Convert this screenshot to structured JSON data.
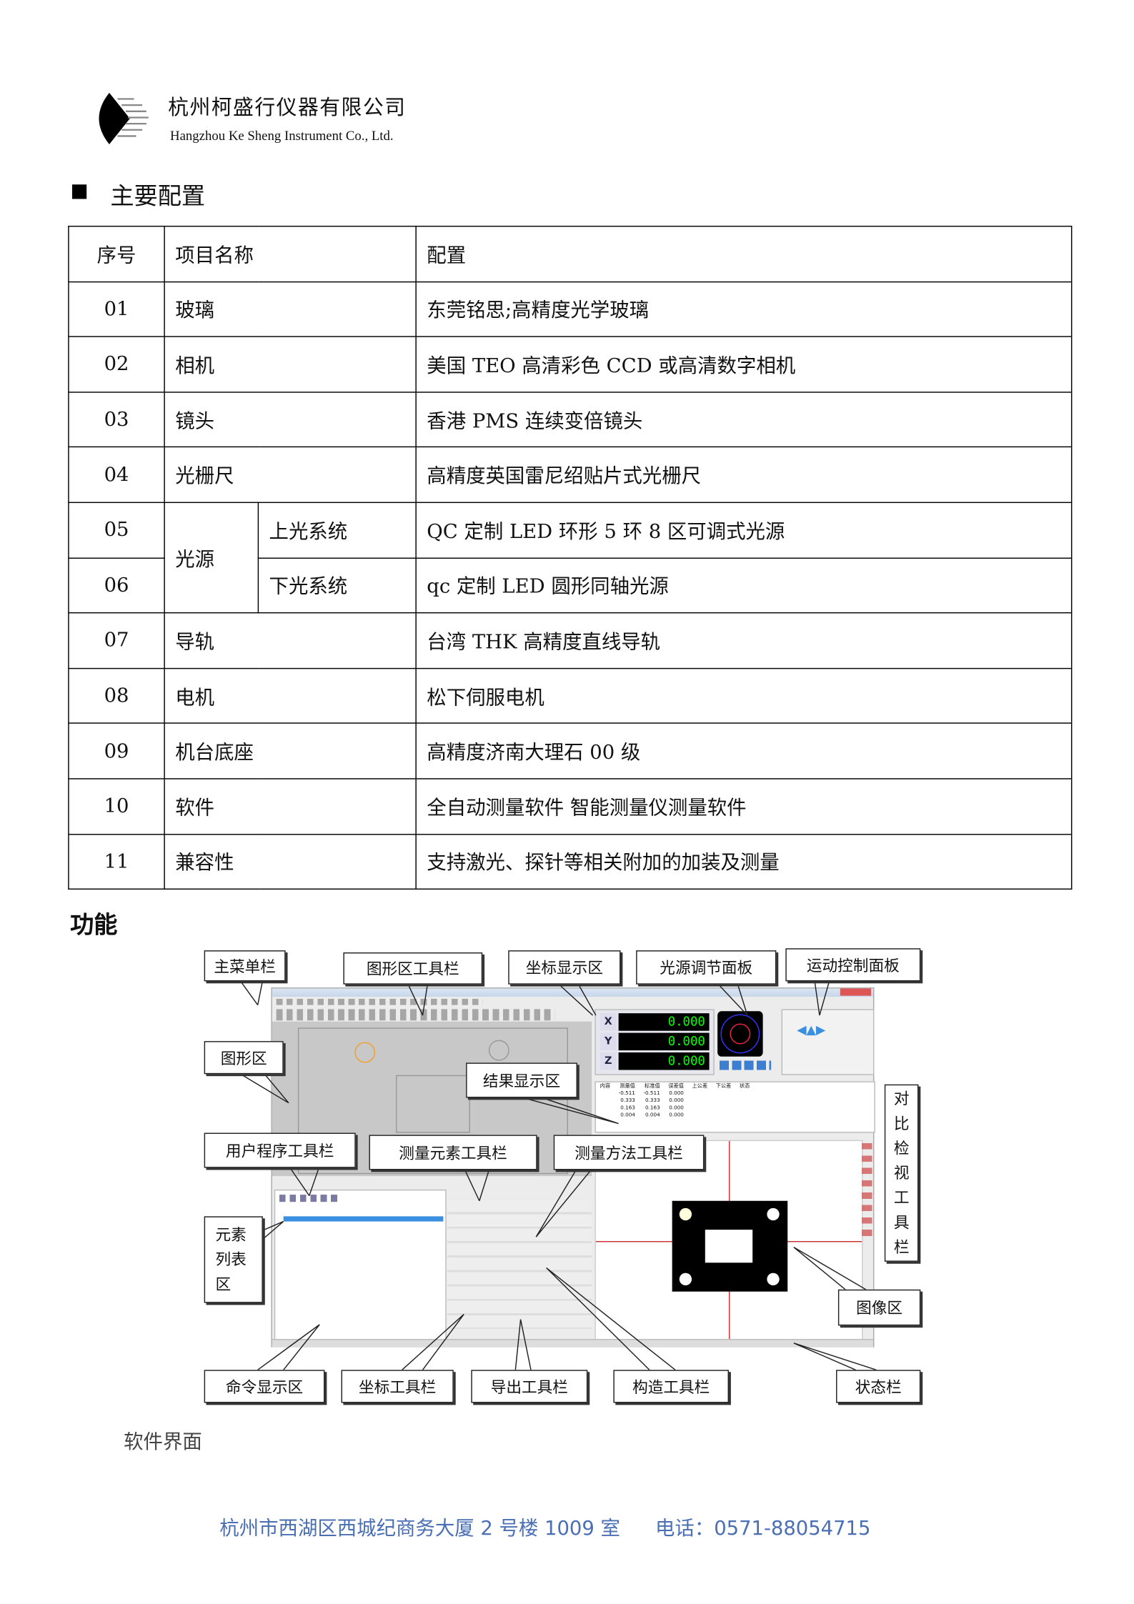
{
  "header": {
    "company_cn": "杭州柯盛行仪器有限公司",
    "company_en": "Hangzhou Ke Sheng Instrument Co., Ltd."
  },
  "section_title": "主要配置",
  "table": {
    "headers": [
      "序号",
      "项目名称",
      "配置"
    ],
    "rows": [
      {
        "no": "01",
        "name": "玻璃",
        "config": "东莞铭思;高精度光学玻璃"
      },
      {
        "no": "02",
        "name": "相机",
        "config": "美国 TEO 高清彩色 CCD 或高清数字相机"
      },
      {
        "no": "03",
        "name": "镜头",
        "config": "香港 PMS 连续变倍镜头"
      },
      {
        "no": "04",
        "name": "光栅尺",
        "config": "高精度英国雷尼绍贴片式光栅尺"
      },
      {
        "no": "05",
        "name": "光源",
        "sub": "上光系统",
        "config": "QC 定制 LED 环形 5 环 8 区可调式光源"
      },
      {
        "no": "06",
        "name": "光源",
        "sub": "下光系统",
        "config": "qc 定制 LED 圆形同轴光源"
      },
      {
        "no": "07",
        "name": "导轨",
        "config": "台湾 THK 高精度直线导轨"
      },
      {
        "no": "08",
        "name": "电机",
        "config": "松下伺服电机"
      },
      {
        "no": "09",
        "name": "机台底座",
        "config": "高精度济南大理石 00 级"
      },
      {
        "no": "10",
        "name": "软件",
        "config": "全自动测量软件 智能测量仪测量软件"
      },
      {
        "no": "11",
        "name": "兼容性",
        "config": "支持激光、探针等相关附加的加装及测量"
      }
    ]
  },
  "function_title": "功能",
  "figure": {
    "callouts": {
      "main_menu": "主菜单栏",
      "graph_toolbar": "图形区工具栏",
      "coord_display": "坐标显示区",
      "light_panel": "光源调节面板",
      "motion_panel": "运动控制面板",
      "graph_area": "图形区",
      "result_area": "结果显示区",
      "user_program_toolbar": "用户程序工具栏",
      "element_toolbar": "测量元素工具栏",
      "method_toolbar": "测量方法工具栏",
      "element_list": "元素列表区",
      "compare_toolbar": "对比检视工具栏",
      "image_area": "图像区",
      "command_area": "命令显示区",
      "coord_toolbar": "坐标工具栏",
      "export_toolbar": "导出工具栏",
      "construct_toolbar": "构造工具栏",
      "status_bar": "状态栏"
    },
    "coords": [
      {
        "axis": "X",
        "value": "0.000"
      },
      {
        "axis": "Y",
        "value": "0.000"
      },
      {
        "axis": "Z",
        "value": "0.000"
      }
    ],
    "results": {
      "headers": [
        "内容",
        "测量值",
        "标准值",
        "误差值",
        "上公差",
        "下公差",
        "状态"
      ],
      "rows": [
        [
          "-0.511",
          "-0.511",
          "0.000"
        ],
        [
          "0.333",
          "0.333",
          "0.000"
        ],
        [
          "0.163",
          "0.163",
          "0.000"
        ],
        [
          "0.004",
          "0.004",
          "0.000"
        ]
      ]
    },
    "colors": {
      "coord_text": "#00ff00",
      "crosshair": "#cc3333",
      "orange_circle": "#f0a030"
    }
  },
  "caption": "软件界面",
  "footer": {
    "address": "杭州市西湖区西城纪商务大厦 2 号楼 1009 室",
    "phone": "电话：0571-88054715"
  }
}
